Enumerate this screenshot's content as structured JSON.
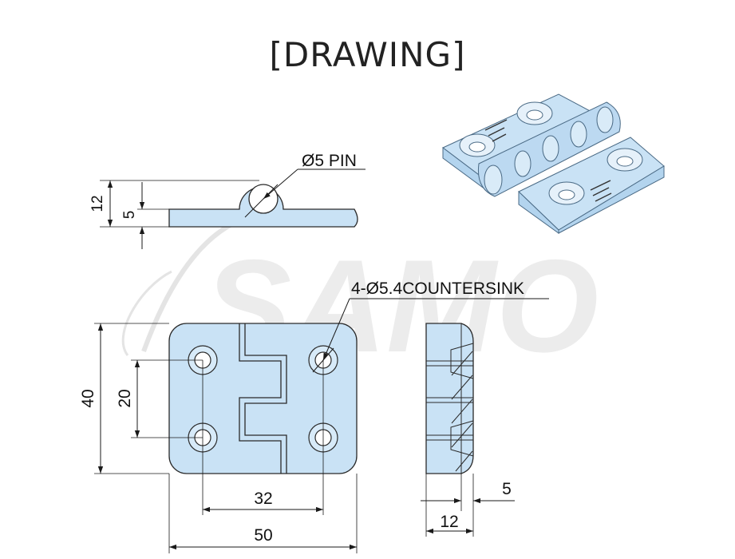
{
  "title": "[DRAWING]",
  "watermark": "SAMO",
  "colors": {
    "part_fill": "#c9e2f5",
    "part_stroke": "#2a2a2a",
    "dimension_line": "#1a1a1a",
    "watermark": "#e6e6e6",
    "background": "#ffffff"
  },
  "labels": {
    "pin": "Ø5 PIN",
    "countersink": "4-Ø5.4COUNTERSINK"
  },
  "dimensions": {
    "side_height_total": "12",
    "side_height_plate": "5",
    "front_height": "40",
    "hole_spacing_vertical": "20",
    "hole_spacing_horizontal": "32",
    "overall_width": "50",
    "side_plate_thickness": "5",
    "side_total_thickness": "12"
  }
}
